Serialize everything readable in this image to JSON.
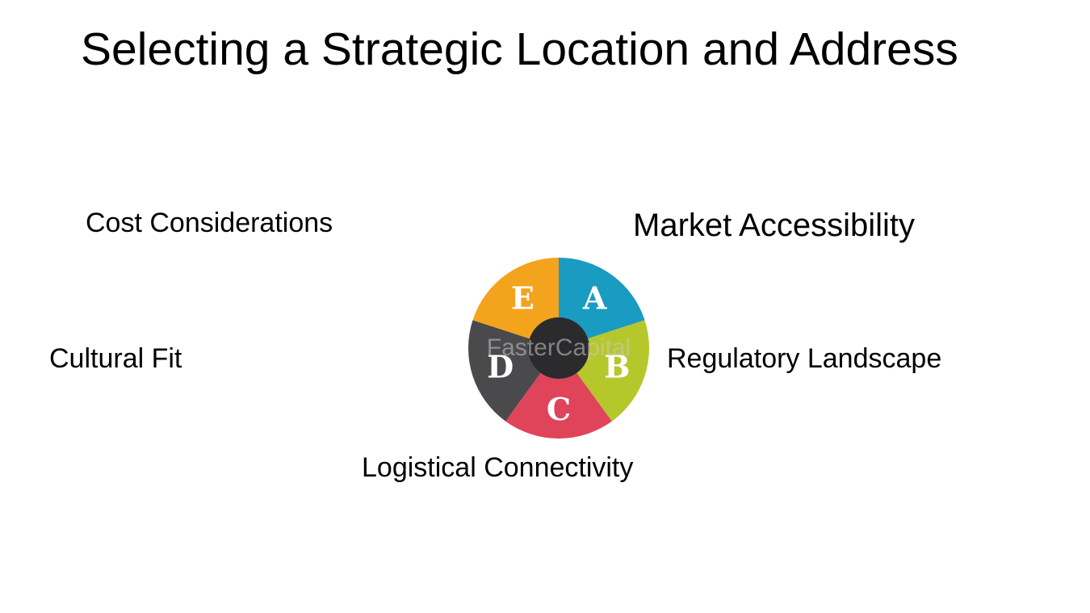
{
  "title": "Selecting a Strategic Location and Address",
  "wheel": {
    "segments": [
      {
        "letter": "A",
        "label": "Market Accessibility",
        "color": "#1a9bc1"
      },
      {
        "letter": "B",
        "label": "Regulatory Landscape",
        "color": "#b6c72b"
      },
      {
        "letter": "C",
        "label": "Logistical Connectivity",
        "color": "#e0445a"
      },
      {
        "letter": "D",
        "label": "Cultural Fit",
        "color": "#4a4a4c"
      },
      {
        "letter": "E",
        "label": "Cost Considerations",
        "color": "#f4a31c"
      }
    ],
    "hub_color": "#2b2b2d",
    "watermark": "FasterCapital"
  }
}
